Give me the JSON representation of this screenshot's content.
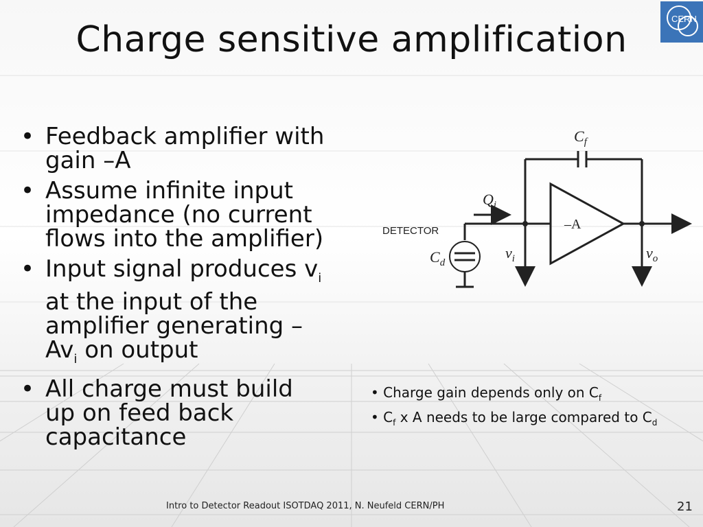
{
  "slide": {
    "title": "Charge sensitive amplification",
    "logo_text": "CERN",
    "bullets": [
      {
        "text": "Feedback amplifier with gain –A"
      },
      {
        "text": "Assume infinite input impedance (no current flows into the amplifier)"
      },
      {
        "text_a": "Input signal produces v",
        "sub": "i",
        "text_b": " at the input of the amplifier generating –Av",
        "sub2": "i",
        "text_c": " on output"
      },
      {
        "text": "All charge must build up on feed back capacitance"
      }
    ],
    "side_notes": {
      "line1_a": "Charge gain depends only on C",
      "line1_sub": "f",
      "line2_a": "C",
      "line2_sub": "f",
      "line2_b": " x A needs to be large compared to C",
      "line2_sub2": "d"
    },
    "circuit": {
      "cf": "C",
      "cf_sub": "f",
      "qi": "Q",
      "qi_sub": "i",
      "detector": "DETECTOR",
      "gain": "–A",
      "cd": "C",
      "cd_sub": "d",
      "vi": "v",
      "vi_sub": "i",
      "vo": "v",
      "vo_sub": "o"
    },
    "footer": "Intro to Detector Readout ISOTDAQ  2011, N. Neufeld CERN/PH",
    "page_number": "21",
    "colors": {
      "logo_blue": "#3b74b8",
      "text": "#111111"
    }
  }
}
